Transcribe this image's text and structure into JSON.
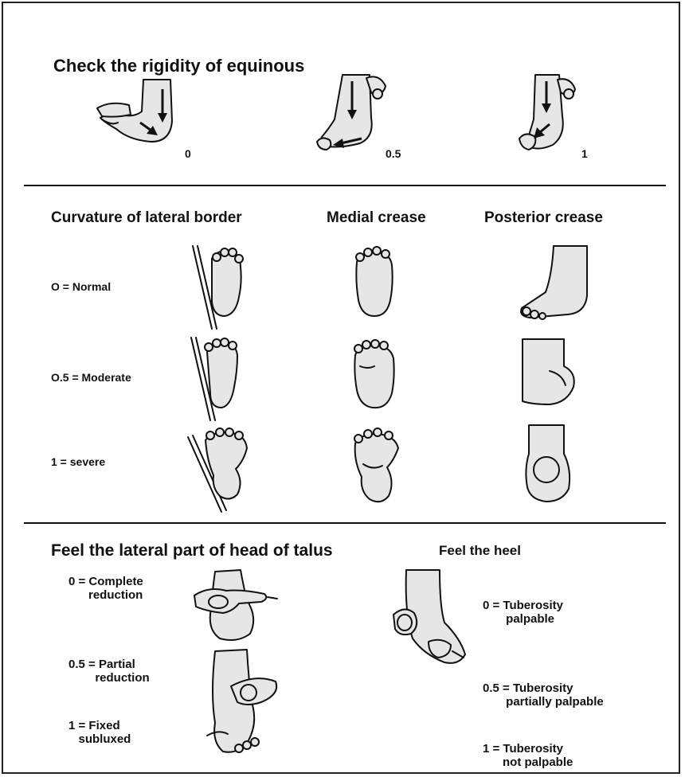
{
  "equinus": {
    "title": "Check the rigidity of equinous",
    "scores": [
      "0",
      "0.5",
      "1"
    ]
  },
  "creases": {
    "lateral_title": "Curvature of lateral border",
    "medial_title": "Medial crease",
    "posterior_title": "Posterior crease",
    "rows": [
      "O = Normal",
      "O.5 = Moderate",
      "1 = severe"
    ]
  },
  "talus": {
    "title": "Feel the lateral part of head of talus",
    "items": [
      "0 = Complete\n      reduction",
      "0.5 = Partial\n        reduction",
      "1 = Fixed\n   subluxed"
    ]
  },
  "heel": {
    "title": "Feel the heel",
    "items": [
      "0 = Tuberosity\n       palpable",
      "0.5 = Tuberosity\n       partially palpable",
      "1 = Tuberosity\n      not palpable"
    ]
  }
}
